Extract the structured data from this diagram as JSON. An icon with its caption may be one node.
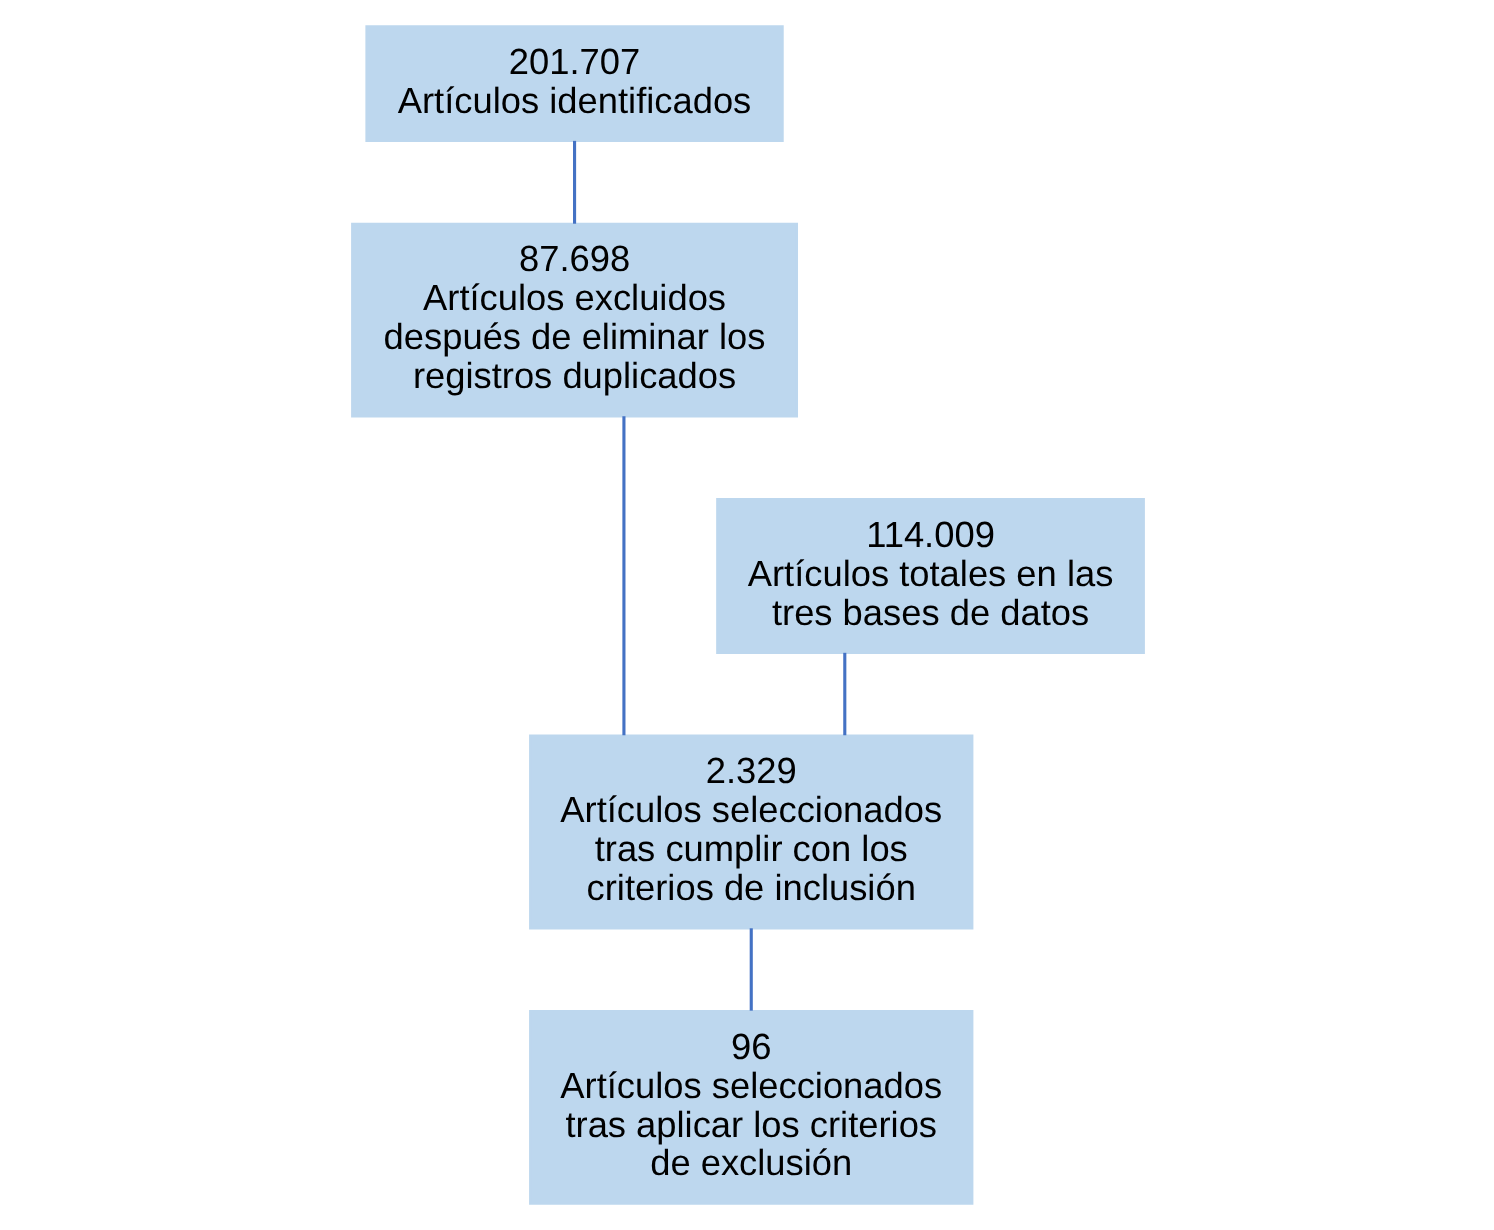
{
  "diagram": {
    "nodes": [
      {
        "text": [
          "201.707",
          "Artículos identificados"
        ]
      },
      {
        "text": [
          "87.698",
          "Artículos excluidos después de eliminar los registros duplicados"
        ]
      },
      {
        "text": [
          "114.009",
          "Artículos totales en las tres bases de datos"
        ]
      },
      {
        "text": [
          "2.329",
          "Artículos seleccionados tras cumplir con los criterios de inclusión"
        ]
      },
      {
        "text": [
          "96",
          "Artículos seleccionados tras aplicar los criterios de exclusión"
        ]
      }
    ],
    "edges": [
      {
        "from": 0,
        "to": 1,
        "arrow": "none"
      },
      {
        "from": 1,
        "to": 3,
        "arrow": "none"
      },
      {
        "from": 2,
        "to": 3,
        "arrow": "none"
      },
      {
        "from": 3,
        "to": 4,
        "arrow": "none"
      }
    ]
  }
}
